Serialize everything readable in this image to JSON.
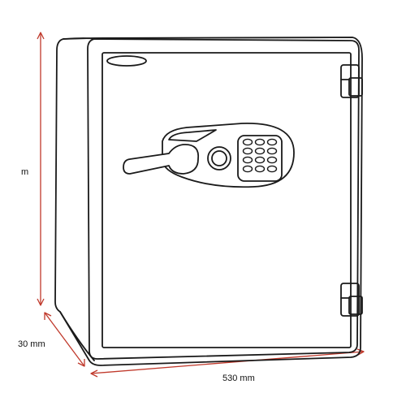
{
  "dimensions": {
    "height_label": "m",
    "depth_label": "30 mm",
    "width_label": "530 mm"
  },
  "colors": {
    "dimension_line": "#c0392b",
    "outline": "#1a1a1a",
    "background": "#ffffff"
  },
  "product": {
    "type": "electronic safe",
    "keypad": {
      "rows": 4,
      "columns": 3
    }
  }
}
